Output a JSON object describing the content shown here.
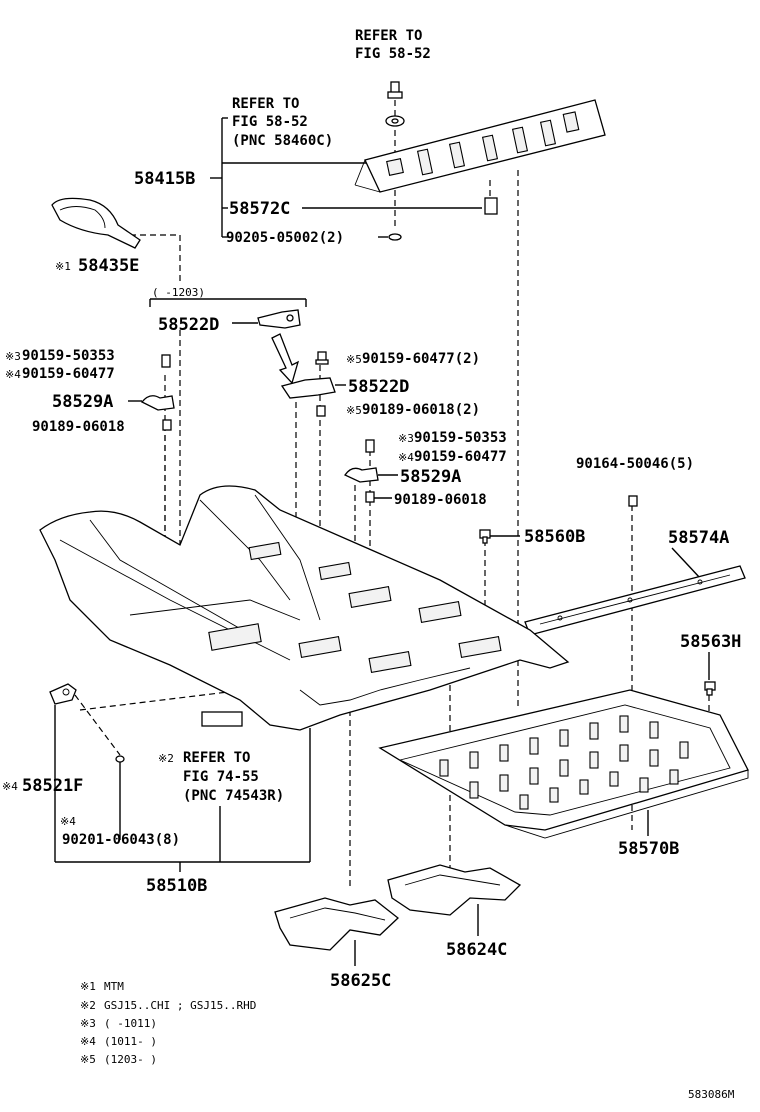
{
  "labels": {
    "refer_top_1": "REFER TO",
    "refer_top_2": "FIG 58-52",
    "refer_mid_1": "REFER TO",
    "refer_mid_2": "FIG 58-52",
    "refer_mid_3": "(PNC 58460C)",
    "p58415B": "58415B",
    "p58572C": "58572C",
    "p90205": "90205-05002(2)",
    "mark1": "※1",
    "p58435E": "58435E",
    "range_1203": "(     -1203)",
    "p58522D_a": "58522D",
    "mark3_a": "※3",
    "p90159_50353_a": "90159-50353",
    "mark4_a": "※4",
    "p90159_60477_a": "90159-60477",
    "p58529A_a": "58529A",
    "p90189_a": "90189-06018",
    "mark5_a": "※5",
    "p90159_60477_2": "90159-60477(2)",
    "p58522D_b": "58522D",
    "mark5_b": "※5",
    "p90189_2": "90189-06018(2)",
    "mark3_b": "※3",
    "p90159_50353_b": "90159-50353",
    "mark4_b": "※4",
    "p90159_60477_b": "90159-60477",
    "p58529A_b": "58529A",
    "p90189_b": "90189-06018",
    "p90164": "90164-50046(5)",
    "p58560B": "58560B",
    "p58574A": "58574A",
    "p58563H": "58563H",
    "mark2": "※2",
    "refer_low_1": "REFER TO",
    "refer_low_2": "FIG 74-55",
    "refer_low_3": "(PNC 74543R)",
    "mark4_c": "※4",
    "p58521F": "58521F",
    "mark4_d": "※4",
    "p90201": "90201-06043(8)",
    "p58510B": "58510B",
    "p58570B": "58570B",
    "p58624C": "58624C",
    "p58625C": "58625C",
    "fig_id": "583086M"
  },
  "notes": [
    {
      "mark": "※1",
      "text": "MTM"
    },
    {
      "mark": "※2",
      "text": "GSJ15..CHI ; GSJ15..RHD"
    },
    {
      "mark": "※3",
      "text": "(      -1011)"
    },
    {
      "mark": "※4",
      "text": "(1011-      )"
    },
    {
      "mark": "※5",
      "text": "(1203-      )"
    }
  ]
}
